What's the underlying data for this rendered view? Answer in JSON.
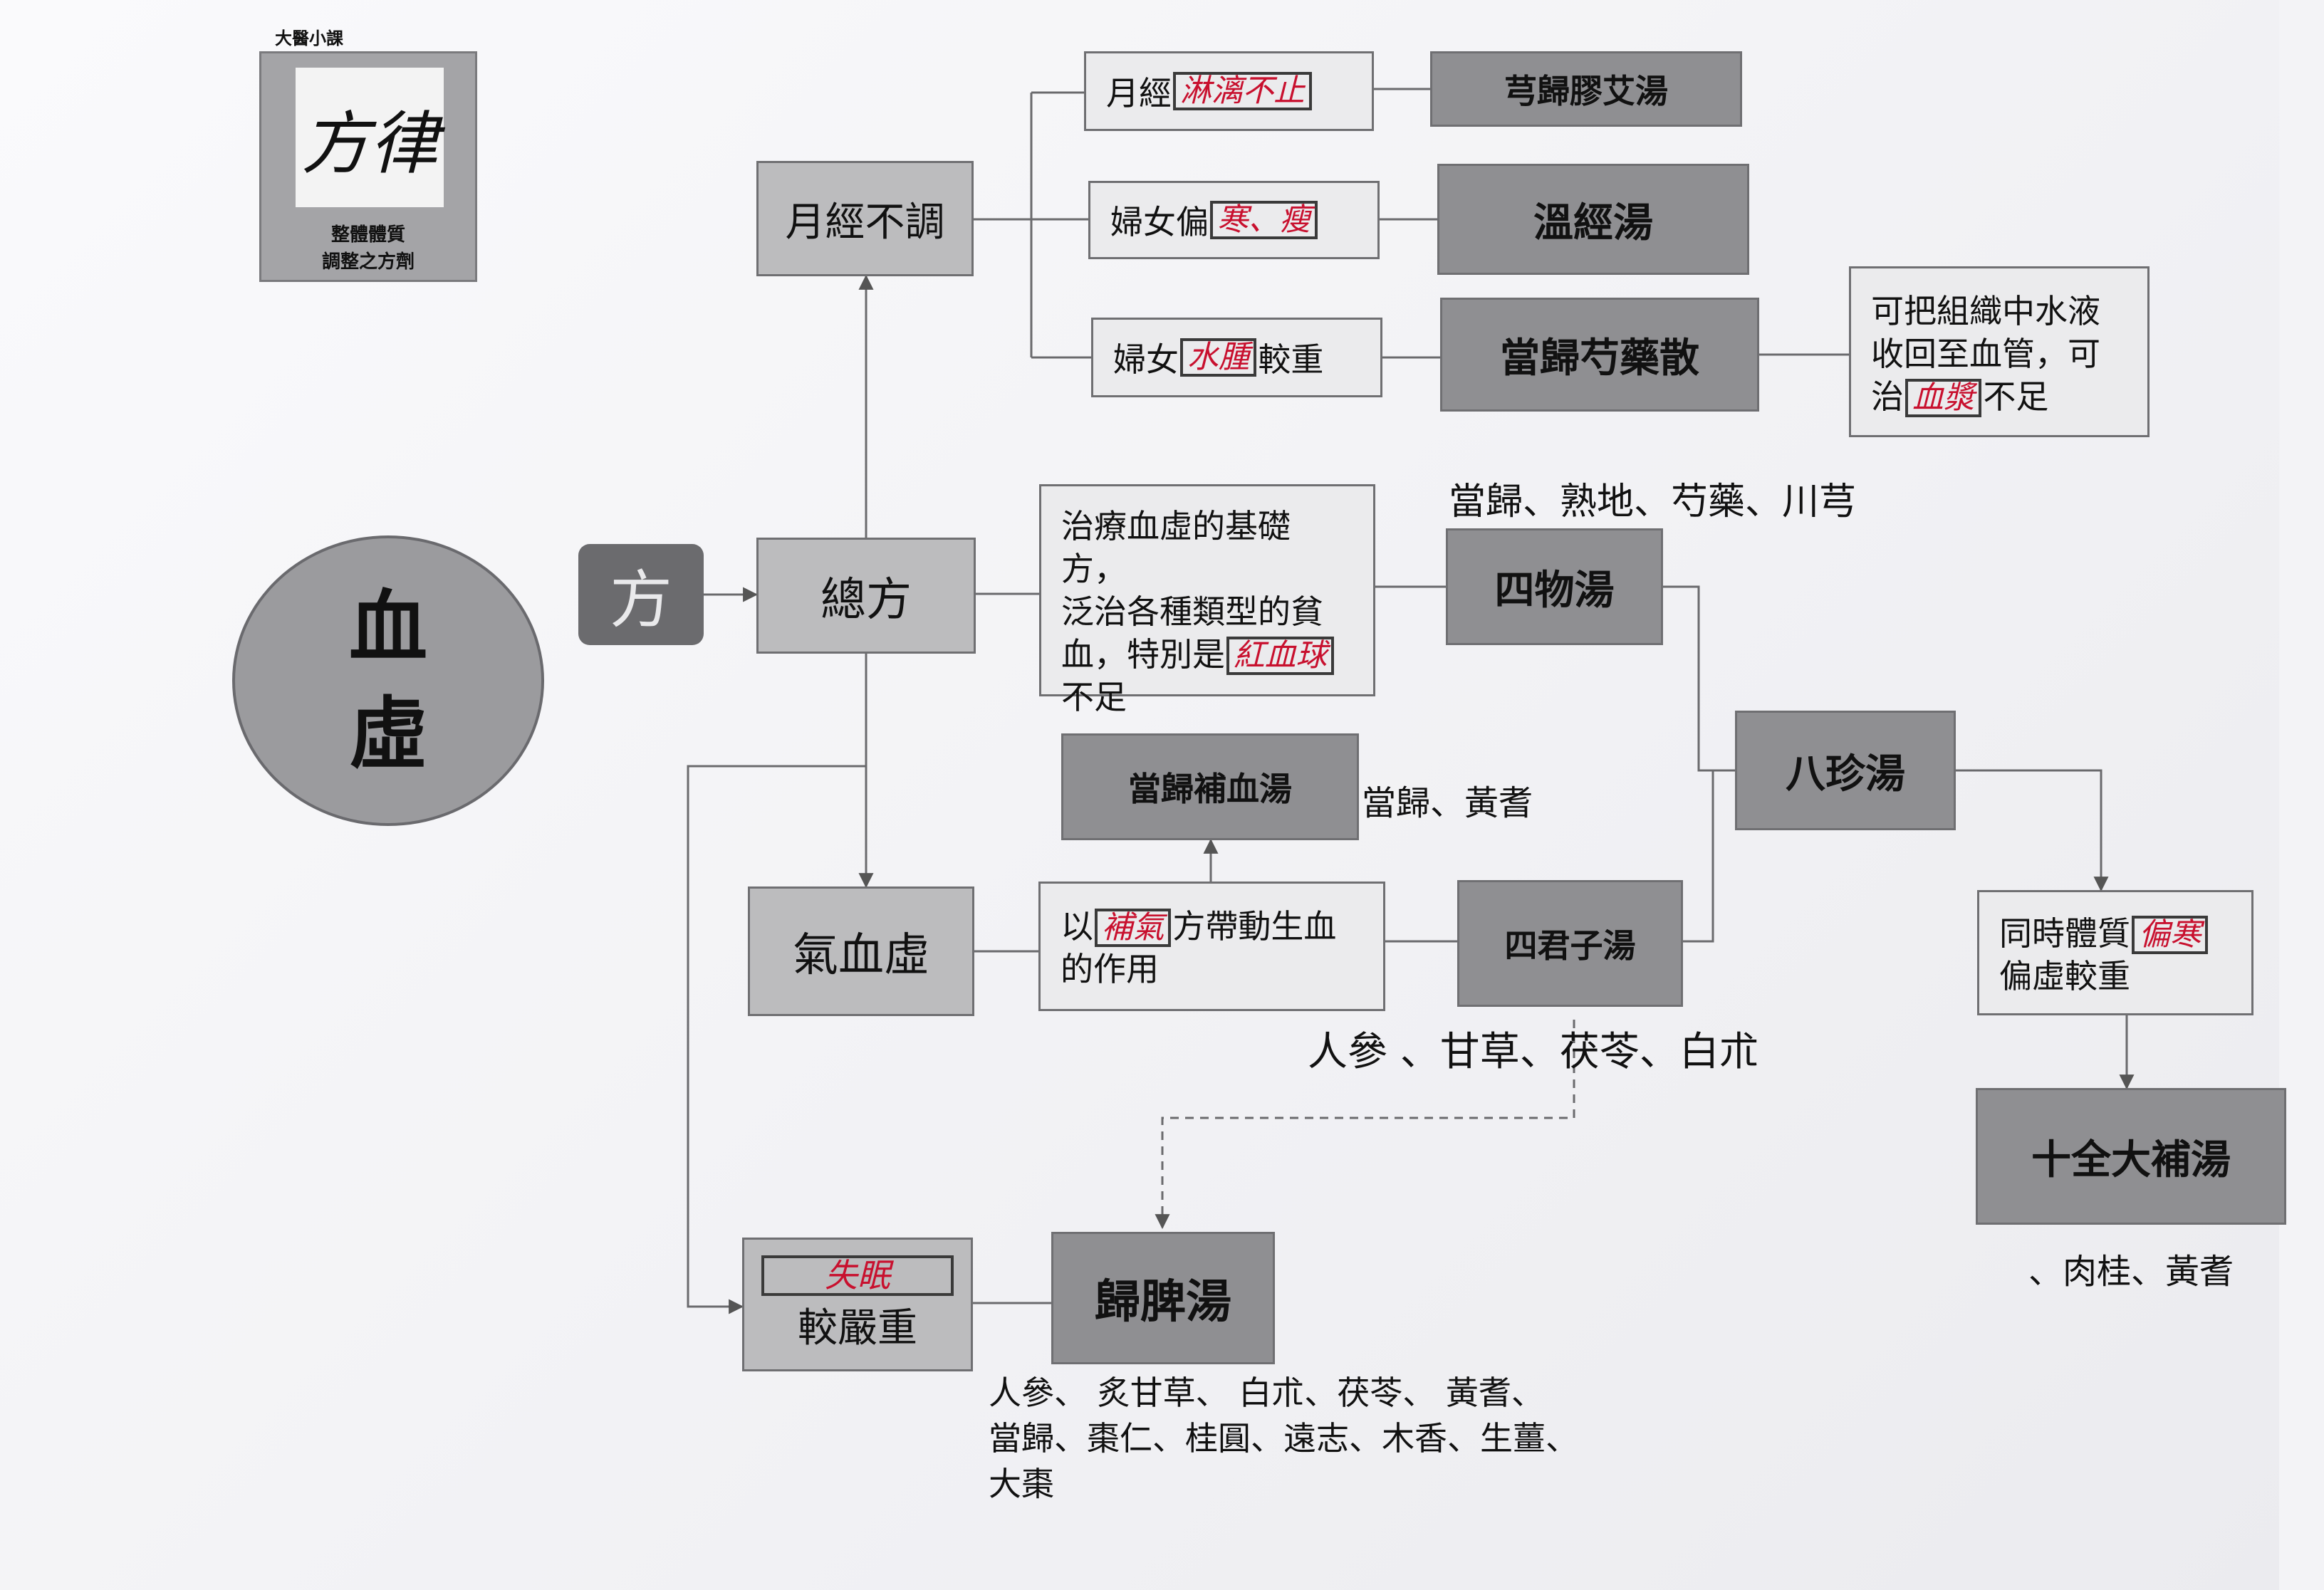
{
  "logo": {
    "mini": "大醫小課",
    "title": "方律",
    "line1": "整體體質",
    "line2": "調整之方劑"
  },
  "main": {
    "char1": "血",
    "char2": "虛",
    "fang": "方"
  },
  "center": {
    "zongfang": "總方",
    "yuejing": "月經不調",
    "qixuexu": "氣血虛"
  },
  "menstrual": {
    "r1_prefix": "月經",
    "r1_hand": "淋漓不止",
    "r1_formula": "芎歸膠艾湯",
    "r2_prefix": "婦女偏",
    "r2_hand": "寒、瘦",
    "r2_formula": "溫經湯",
    "r3_prefix": "婦女",
    "r3_hand": "水腫",
    "r3_suffix": "較重",
    "r3_formula": "當歸芍藥散",
    "note_a": "可把組織中水液",
    "note_b": "收回至血管，可",
    "note_c_prefix": "治",
    "note_c_hand": "血漿",
    "note_c_suffix": "不足"
  },
  "siwu": {
    "desc_a": "治療血虛的基礎方，",
    "desc_b": "泛治各種類型的貧",
    "desc_c_prefix": "血，特別是",
    "desc_c_hand": "紅血球",
    "desc_d": "不足",
    "formula": "四物湯",
    "herbs": "當歸、熟地、芍藥、川芎"
  },
  "danggui": {
    "formula": "當歸補血湯",
    "herbs": "當歸、黃耆"
  },
  "sijunzi": {
    "desc_a_prefix": "以",
    "desc_a_hand": "補氣",
    "desc_a_suffix": "方帶動生血",
    "desc_b": "的作用",
    "formula": "四君子湯",
    "herbs": "人參 、甘草、茯苓、白朮"
  },
  "bazhen": {
    "formula": "八珍湯",
    "cond_a_prefix": "同時體質",
    "cond_a_hand": "偏寒",
    "cond_b": "偏虛較重",
    "shiquan": "十全大補湯",
    "shiquan_herbs": "、肉桂、黃耆"
  },
  "guipi": {
    "cond_hand": "失眠",
    "cond_text": "較嚴重",
    "formula": "歸脾湯",
    "herbs_a": "人參、 炙甘草、 白朮、茯苓、 黃耆、",
    "herbs_b": "當歸、棗仁、桂圓、遠志、木香、生薑、",
    "herbs_c": "大棗"
  }
}
